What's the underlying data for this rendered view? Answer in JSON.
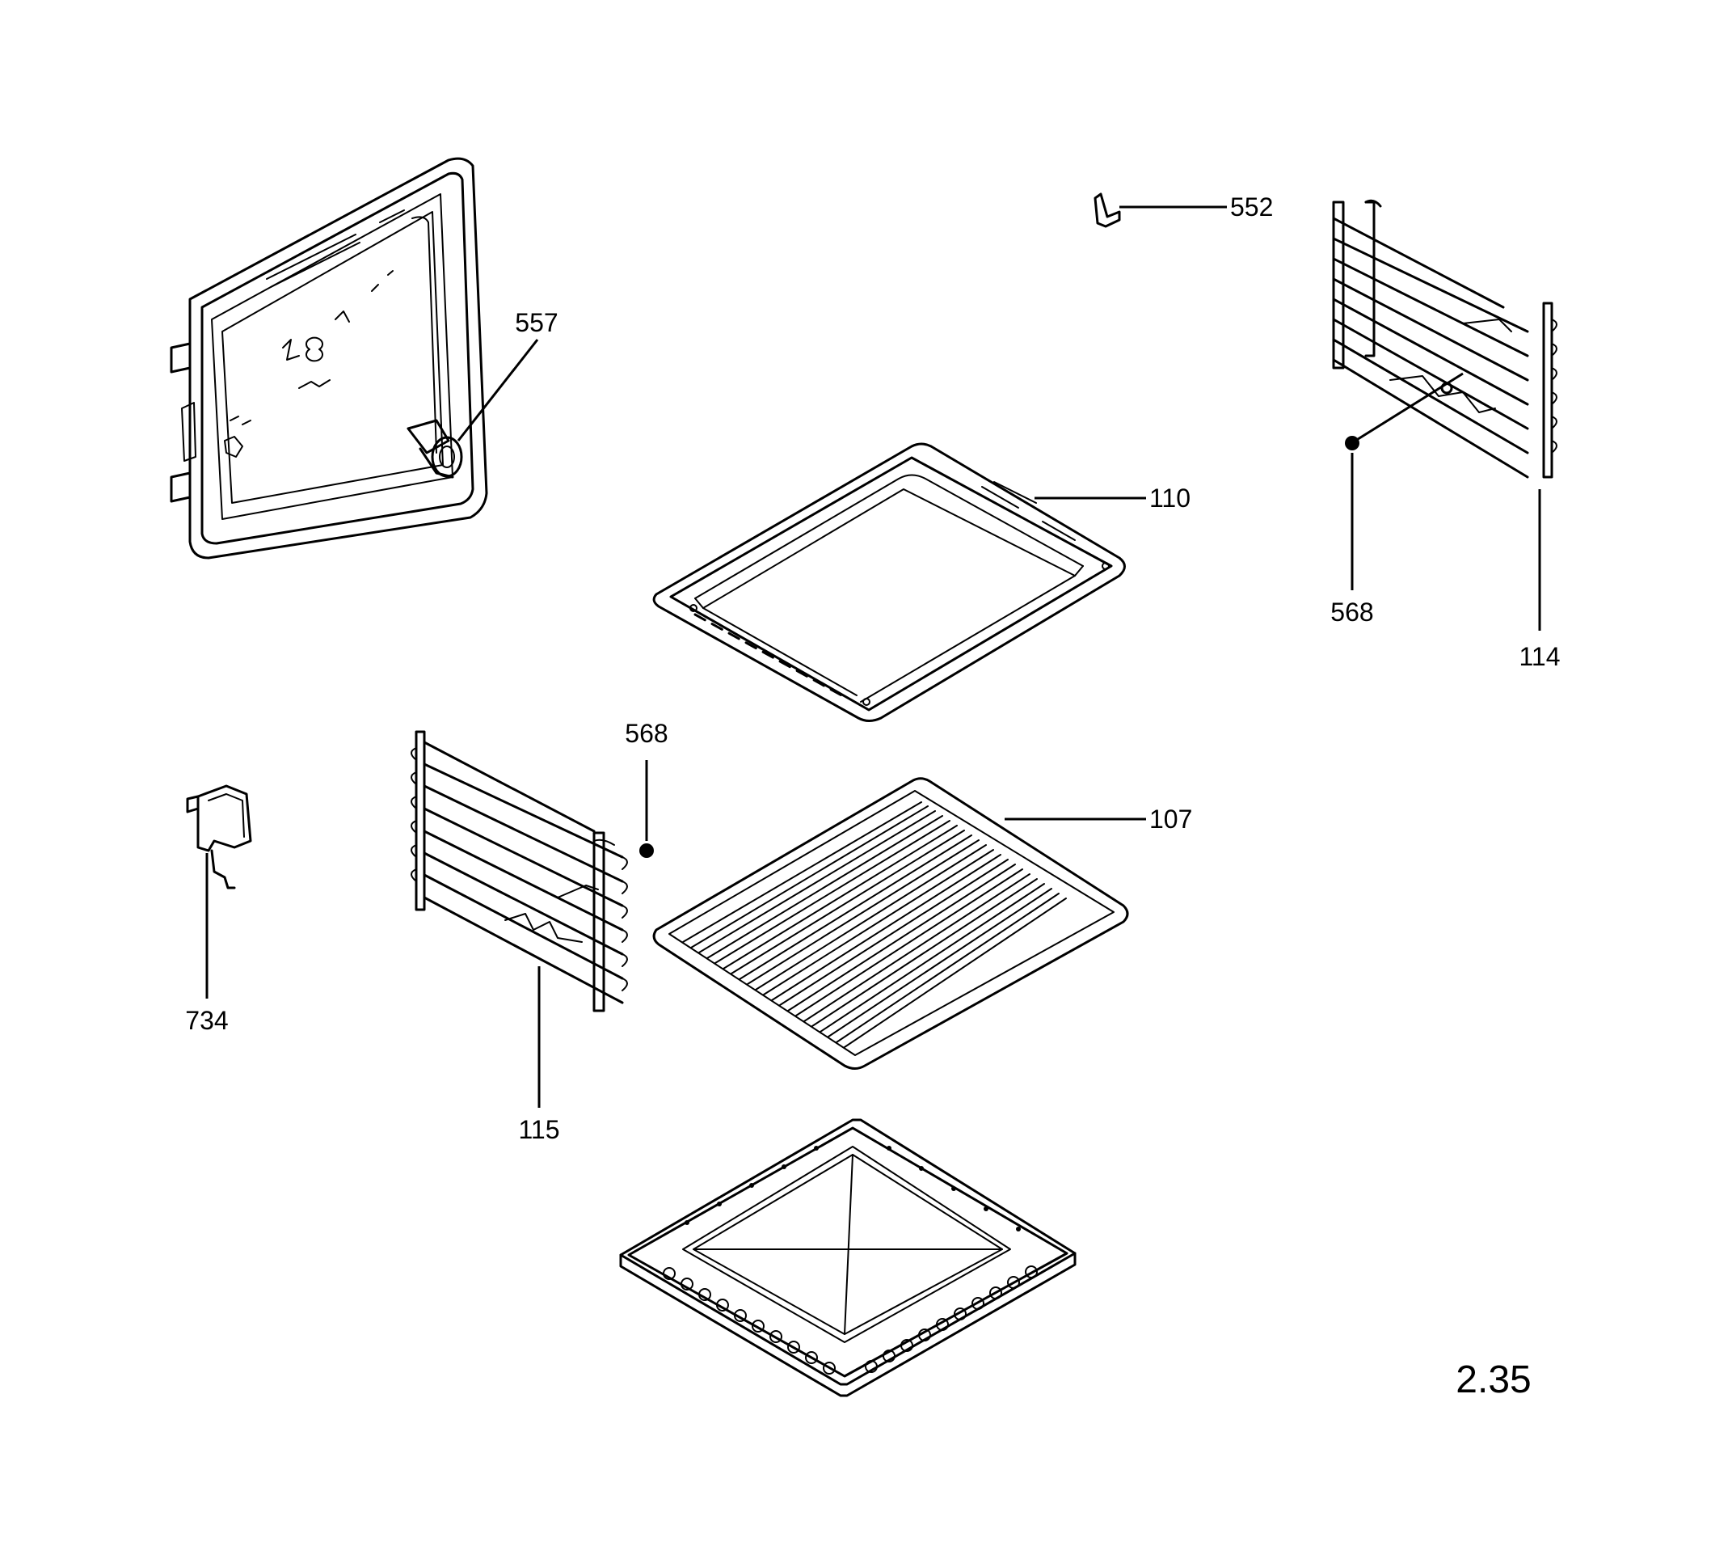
{
  "diagram": {
    "callouts": {
      "c557": "557",
      "c552": "552",
      "c110": "110",
      "c568_right": "568",
      "c114": "114",
      "c568_left": "568",
      "c107": "107",
      "c734": "734",
      "c115": "115"
    },
    "page_number": "2.35"
  }
}
